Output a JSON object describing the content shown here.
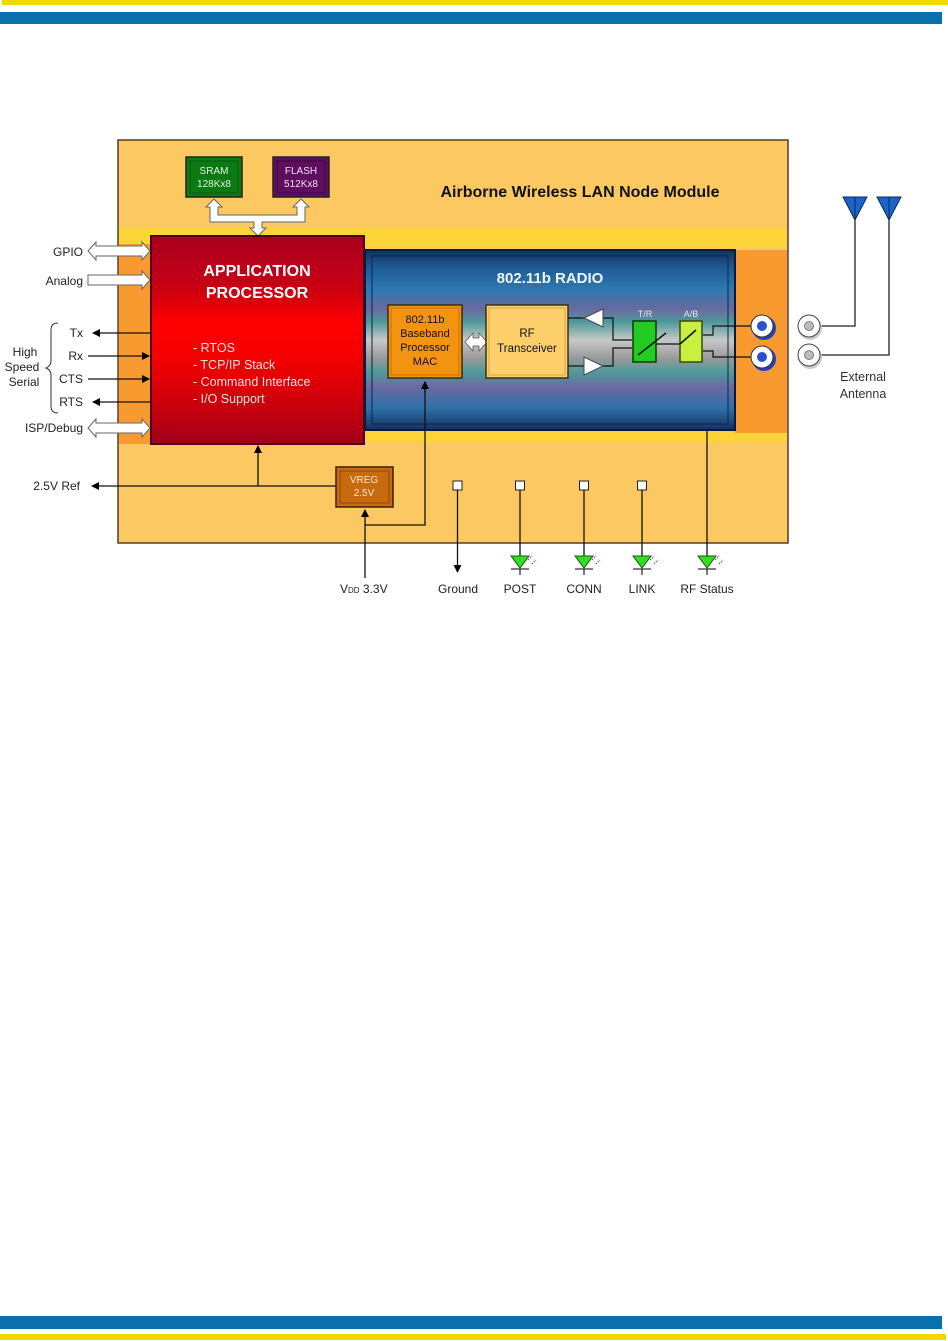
{
  "page": {
    "top_band_colors": {
      "yellow": "#f2d800",
      "blue": "#0a70ab"
    },
    "bottom_band_colors": {
      "blue": "#0a70ab",
      "yellow": "#f2d800"
    }
  },
  "diagram": {
    "title": "Airborne Wireless LAN Node Module",
    "memory": [
      {
        "name": "SRAM",
        "size": "128Kx8",
        "color": "#0c7a12"
      },
      {
        "name": "FLASH",
        "size": "512Kx8",
        "color": "#5e0e5e"
      }
    ],
    "app_processor": {
      "title_line1": "APPLICATION",
      "title_line2": "PROCESSOR",
      "features": [
        "-  RTOS",
        "-  TCP/IP Stack",
        "-  Command Interface",
        "-  I/O Support"
      ]
    },
    "radio": {
      "title": "802.11b RADIO",
      "baseband": [
        "802.11b",
        "Baseband",
        "Processor",
        "MAC"
      ],
      "transceiver": [
        "RF",
        "Transceiver"
      ],
      "tr_switch_label": "T/R",
      "ab_switch_label": "A/B"
    },
    "vreg": {
      "line1": "VREG",
      "line2": "2.5V"
    },
    "left_signals": {
      "gpio": "GPIO",
      "analog": "Analog",
      "serial_group": [
        "High",
        "Speed",
        "Serial"
      ],
      "tx": "Tx",
      "rx": "Rx",
      "cts": "CTS",
      "rts": "RTS",
      "isp": "ISP/Debug",
      "ref": "2.5V Ref"
    },
    "bottom_signals": {
      "vdd_prefix": "V",
      "vdd_sub": "DD",
      "vdd_value": " 3.3V",
      "ground": "Ground",
      "leds": [
        "POST",
        "CONN",
        "LINK",
        "RF Status"
      ]
    },
    "antenna_label": [
      "External",
      "Antenna"
    ]
  }
}
